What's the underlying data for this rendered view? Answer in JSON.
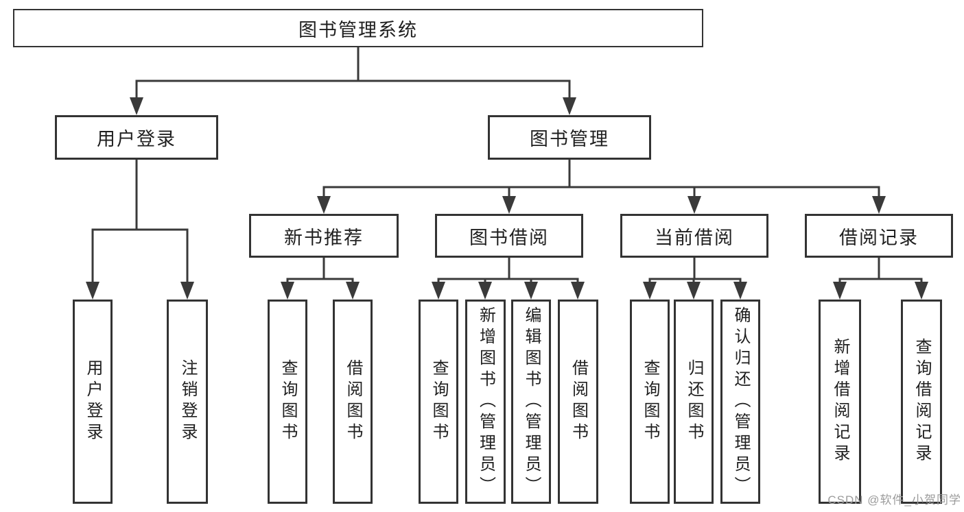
{
  "tree": {
    "root": {
      "label": "图书管理系统"
    },
    "branches": [
      {
        "label": "用户登录",
        "leaves": [
          {
            "label": "用户登录"
          },
          {
            "label": "注销登录"
          }
        ]
      },
      {
        "label": "图书管理",
        "groups": [
          {
            "label": "新书推荐",
            "leaves": [
              {
                "label": "查询图书"
              },
              {
                "label": "借阅图书"
              }
            ]
          },
          {
            "label": "图书借阅",
            "leaves": [
              {
                "label": "查询图书"
              },
              {
                "label": "新增图书（管理员）"
              },
              {
                "label": "编辑图书（管理员）"
              },
              {
                "label": "借阅图书"
              }
            ]
          },
          {
            "label": "当前借阅",
            "leaves": [
              {
                "label": "查询图书"
              },
              {
                "label": "归还图书"
              },
              {
                "label": "确认归还（管理员）"
              }
            ]
          },
          {
            "label": "借阅记录",
            "leaves": [
              {
                "label": "新增借阅记录"
              },
              {
                "label": "查询借阅记录"
              }
            ]
          }
        ]
      }
    ]
  },
  "watermark": {
    "text": "CSDN @软件_小贺同学"
  },
  "colors": {
    "background": "#ffffff",
    "line": "#3a3a3a",
    "box_border": "#333333",
    "text": "#1f1f1f",
    "watermark": "#9b9b9b"
  }
}
